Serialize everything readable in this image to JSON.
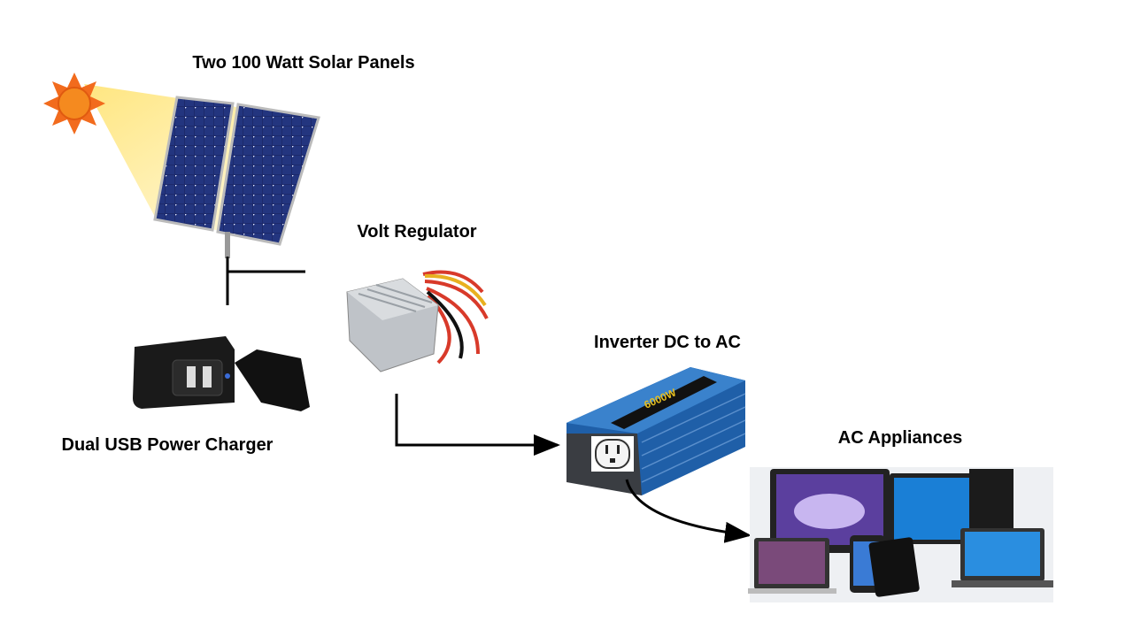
{
  "labels": {
    "solar": "Two 100 Watt Solar Panels",
    "regulator": "Volt Regulator",
    "inverter": "Inverter DC to AC",
    "usb": "Dual USB Power Charger",
    "appliances": "AC Appliances"
  },
  "inverter_brand_text": "6000W",
  "colors": {
    "sun": "#f26b1d",
    "sunbeam": "#fff3a8",
    "panel": "#1d2a6b",
    "inverter": "#1f5fa8",
    "line": "#000000"
  }
}
